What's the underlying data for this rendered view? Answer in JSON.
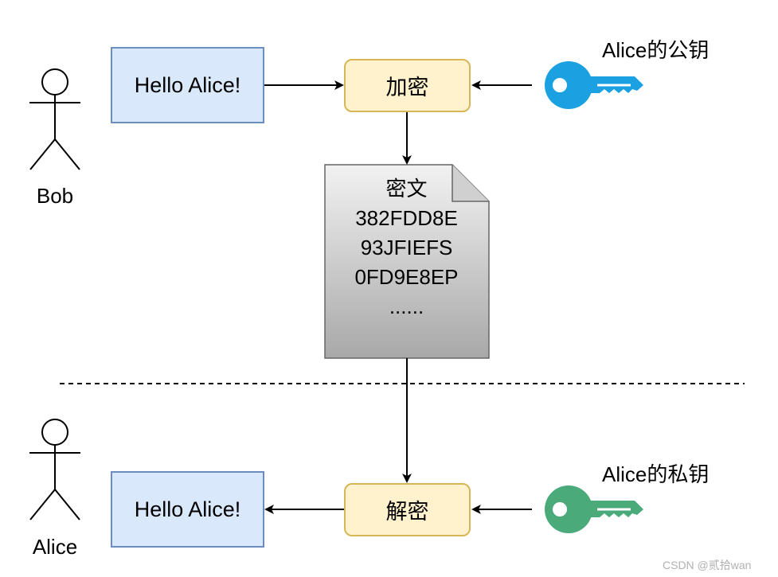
{
  "sender": {
    "name": "Bob",
    "message": "Hello Alice!"
  },
  "receiver": {
    "name": "Alice",
    "message": "Hello Alice!"
  },
  "encrypt": {
    "label": "加密",
    "key_label": "Alice的公钥",
    "key_color": "#1ba1e2"
  },
  "decrypt": {
    "label": "解密",
    "key_label": "Alice的私钥",
    "key_color": "#4aaa7a"
  },
  "ciphertext": {
    "title": "密文",
    "lines": [
      "382FDD8E",
      "93JFIEFS",
      "0FD9E8EP",
      "......"
    ]
  },
  "watermark": "CSDN @贰拾wan"
}
